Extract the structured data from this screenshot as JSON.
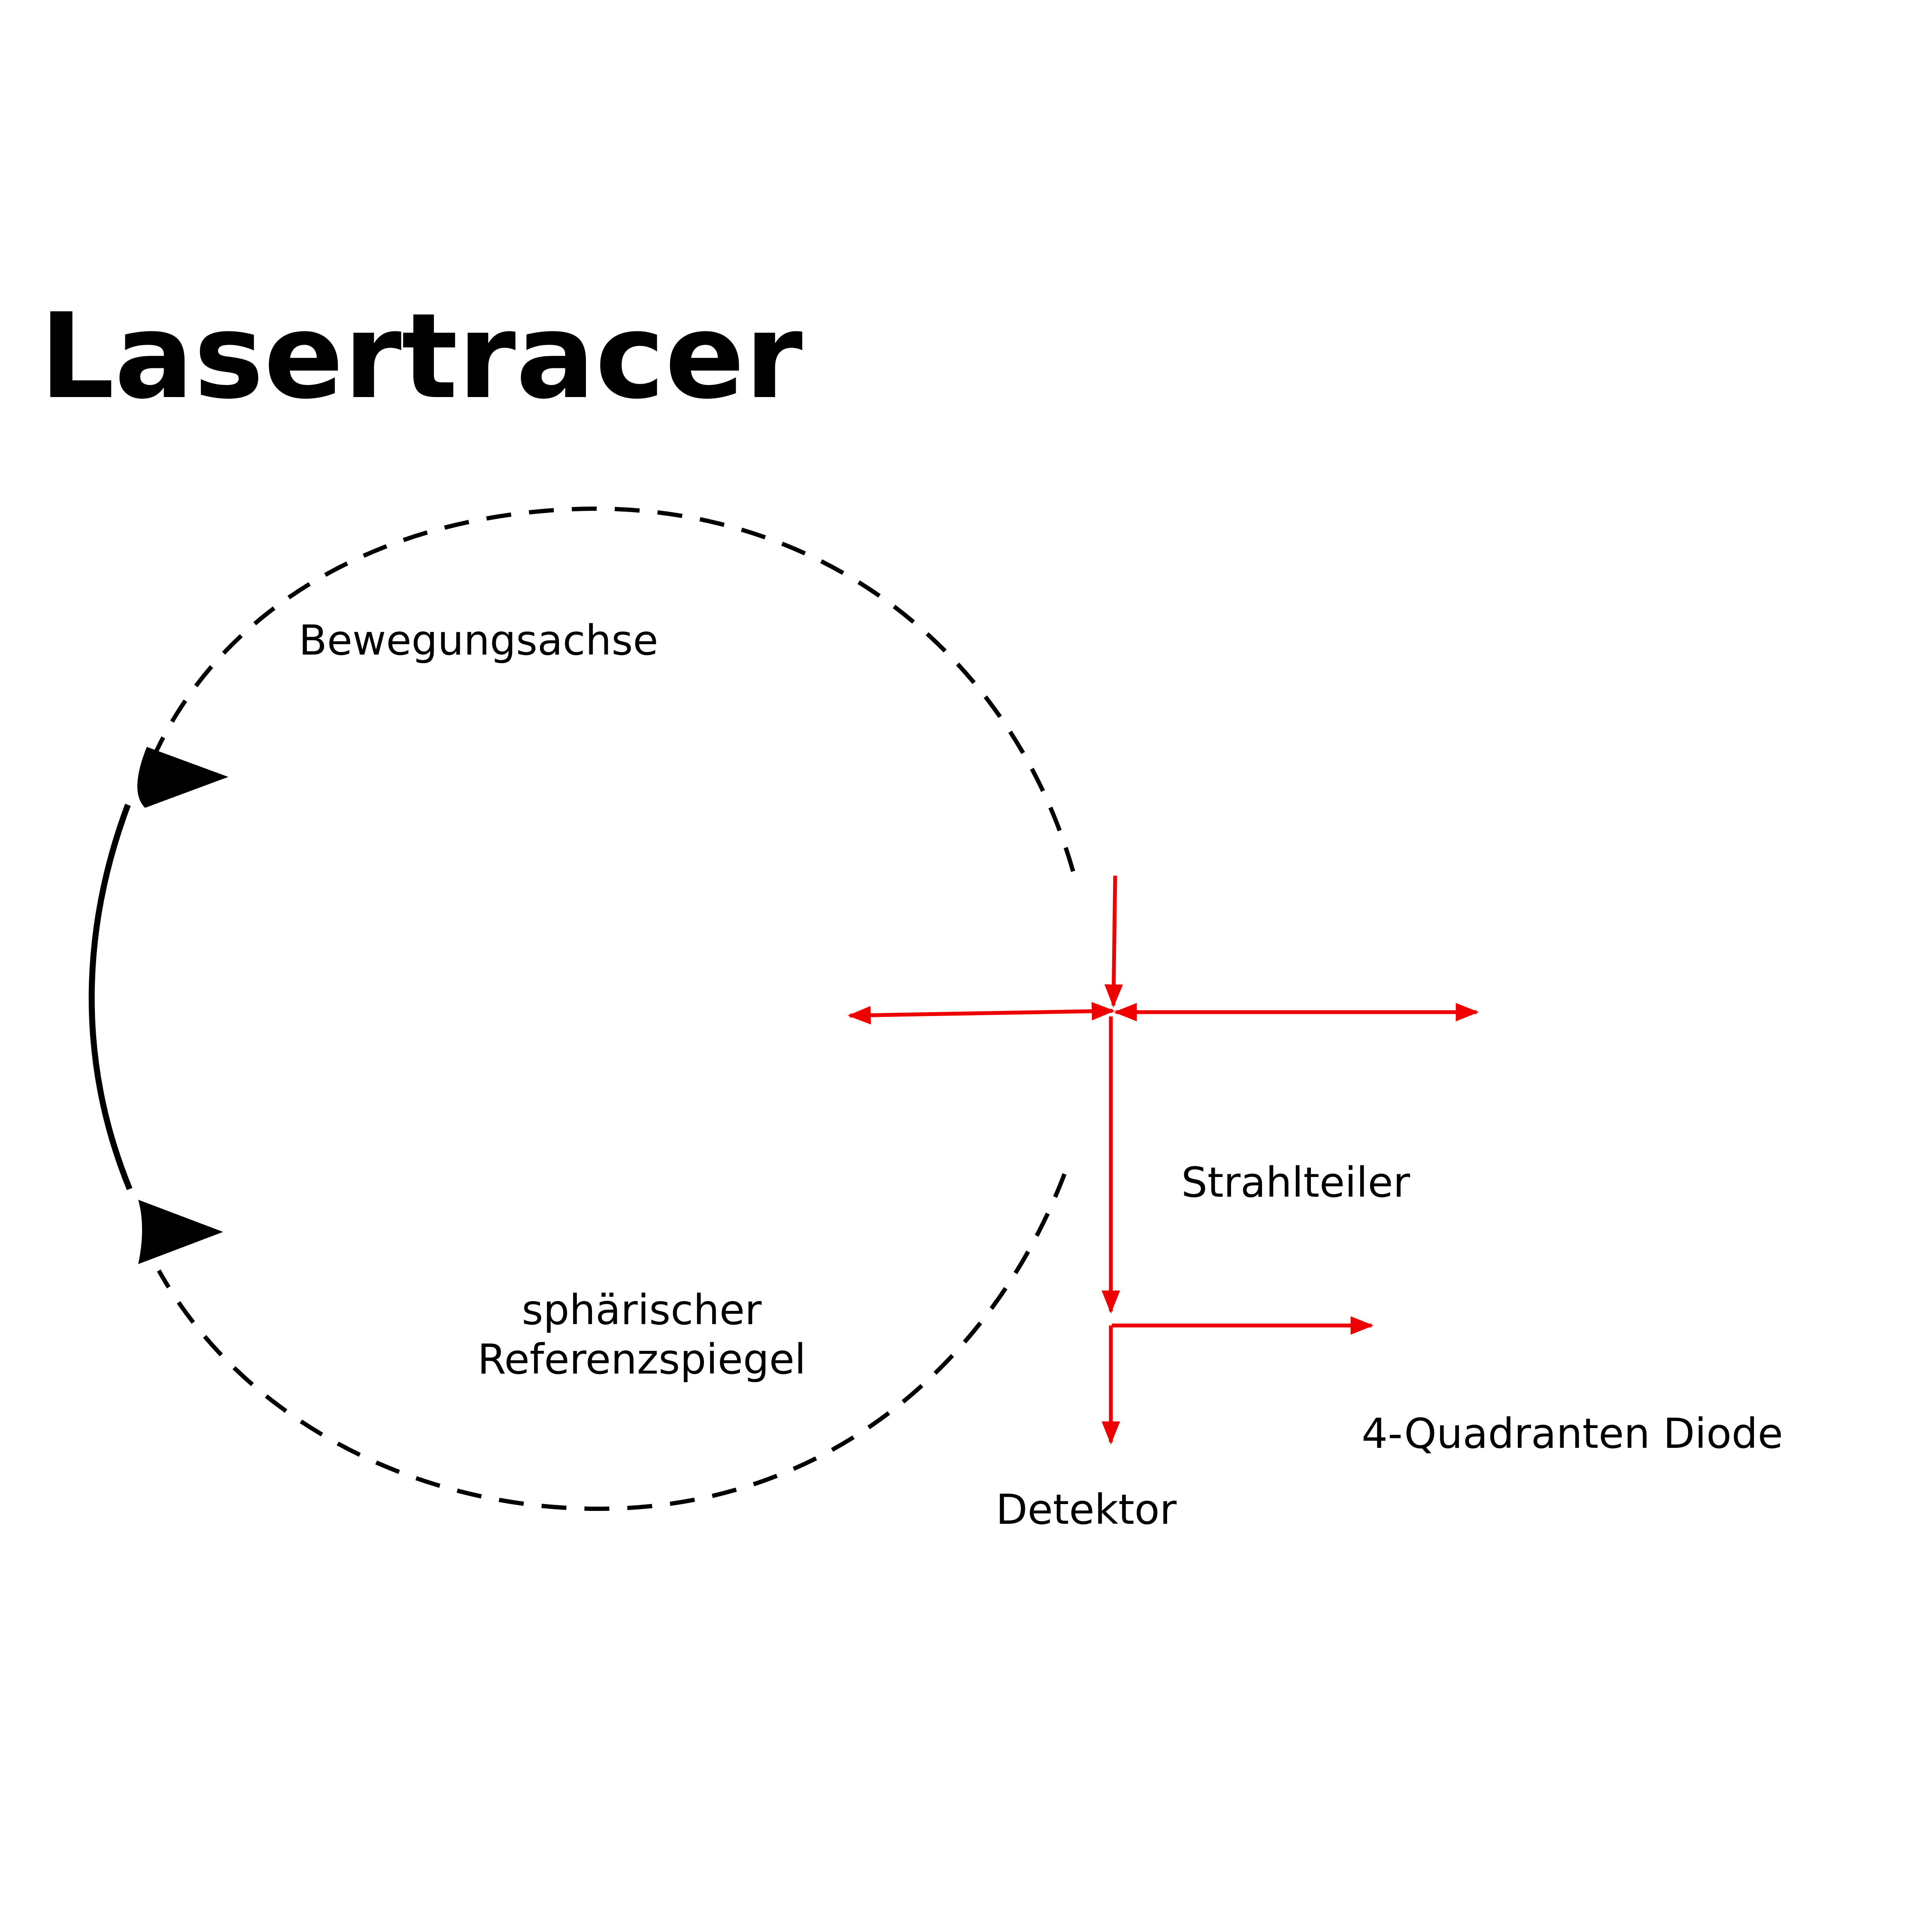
{
  "title": "Lasertracer",
  "labels": {
    "movement_axis": "Bewegungsachse",
    "beam_splitter": "Strahlteiler",
    "reference_mirror_line1": "sphärischer",
    "reference_mirror_line2": "Referenzspiegel",
    "quadrant_diode": "4-Quadranten Diode",
    "detector": "Detektor"
  },
  "colors": {
    "background": "#ffffff",
    "ink": "#000000",
    "beam": "#ee0000"
  }
}
